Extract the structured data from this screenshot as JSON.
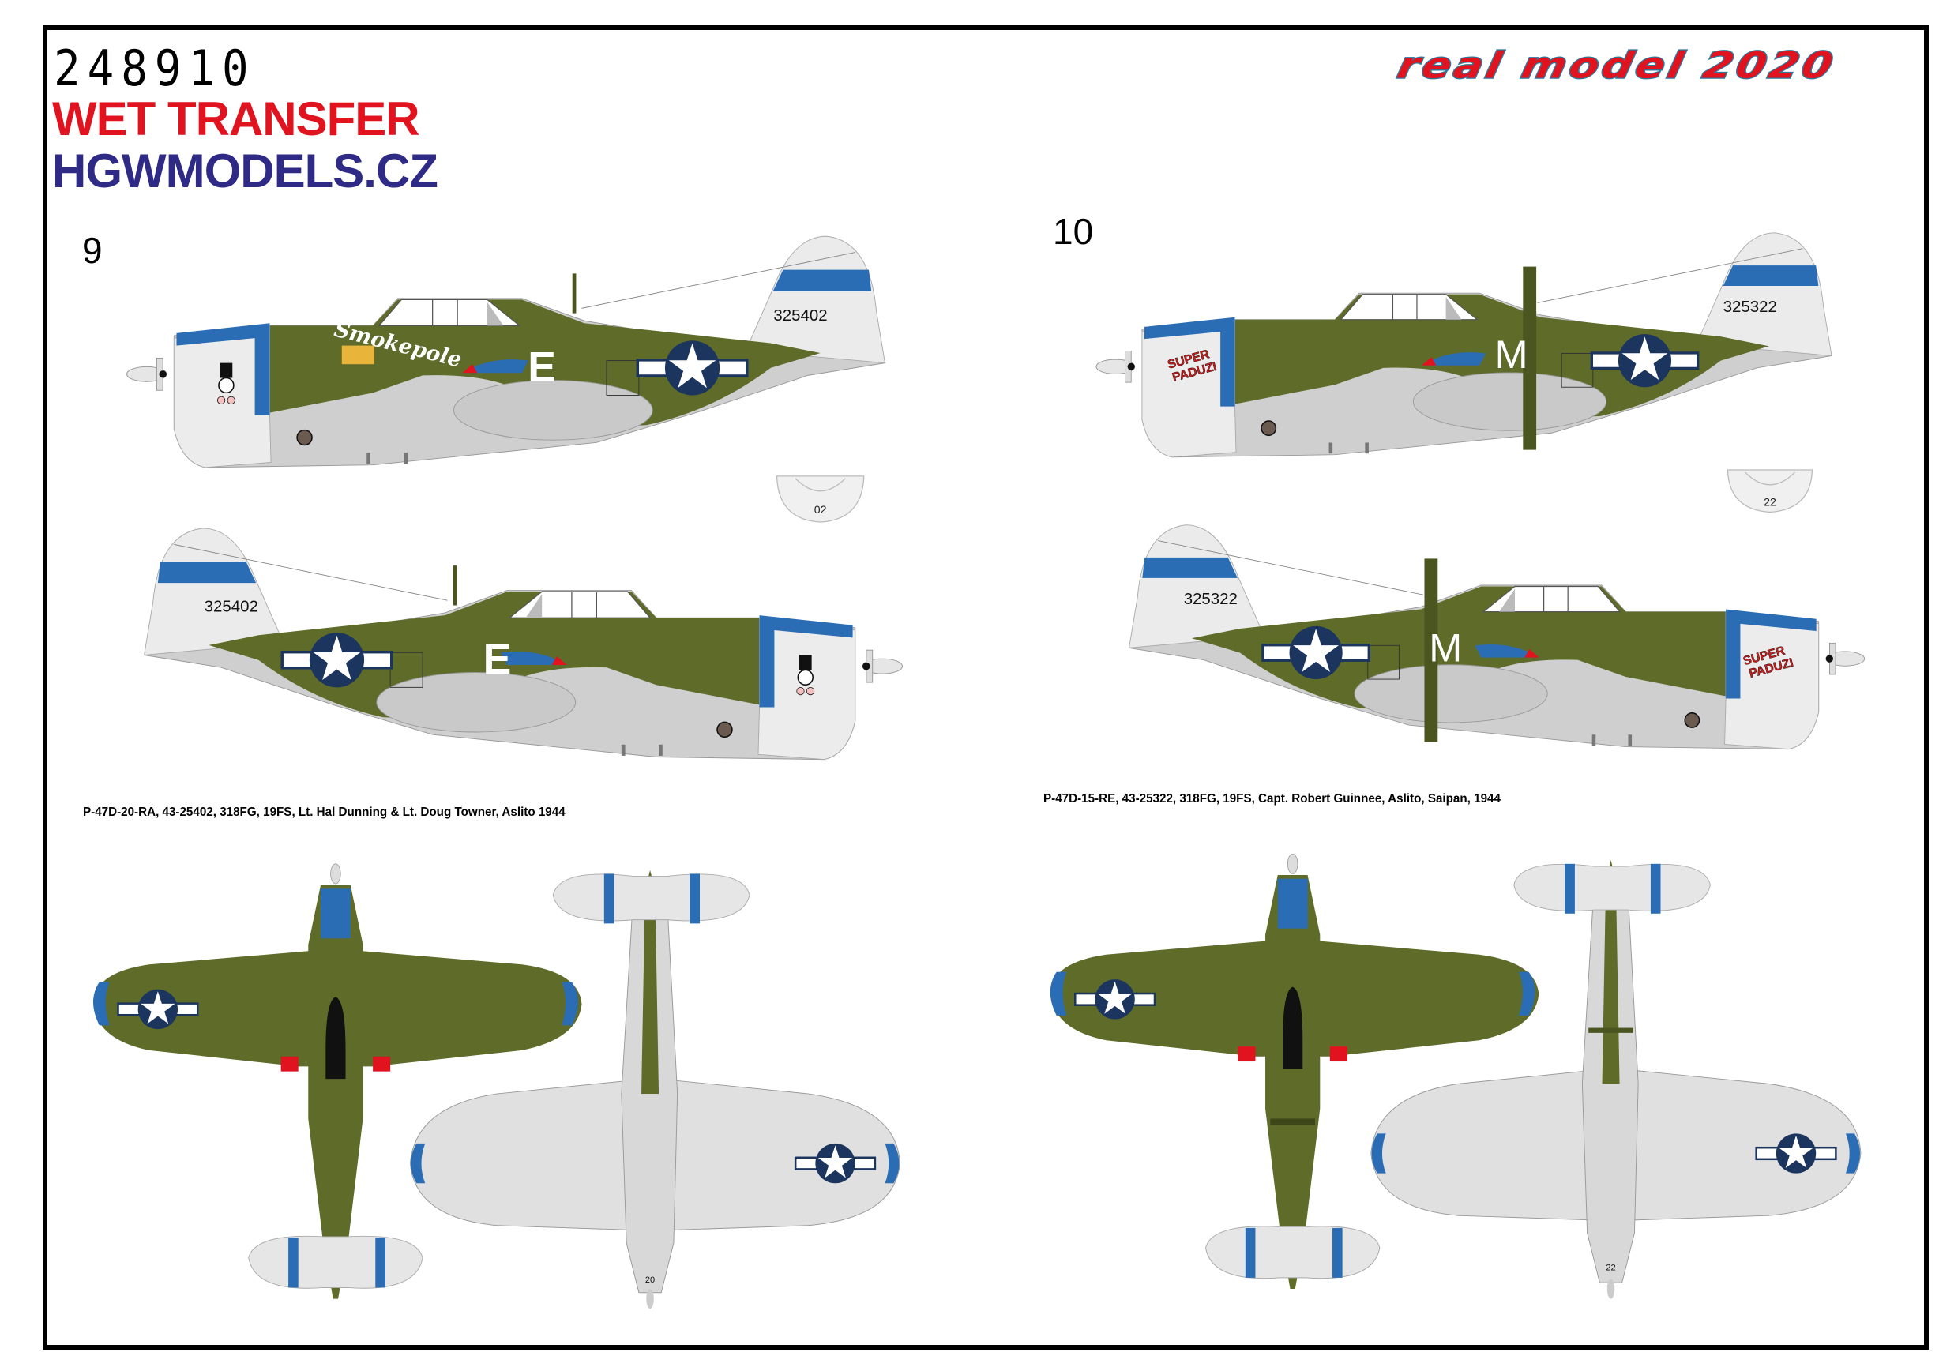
{
  "header": {
    "product_code": "248910",
    "subtitle": "WET TRANSFER",
    "website": "HGWMODELS.CZ",
    "logo_text": "real model 2020"
  },
  "profiles": [
    {
      "number": "9",
      "caption": "P-47D-20-RA,  43-25402, 318FG, 19FS, Lt. Hal Dunning & Lt. Doug Towner, Aslito 1944",
      "tail_serial": "325402",
      "fuselage_code": "E",
      "nose_art": "Smokepole",
      "wheel_cover_number": "02",
      "tail_underside_number": "20"
    },
    {
      "number": "10",
      "caption": "P-47D-15-RE, 43-25322, 318FG, 19FS, Capt. Robert Guinnee, Aslito, Saipan, 1944",
      "tail_serial": "325322",
      "fuselage_code": "M",
      "nose_art_line1": "SUPER",
      "nose_art_line2": "PADUZI",
      "wheel_cover_number": "22",
      "tail_underside_number": "22"
    }
  ],
  "colors": {
    "olive_drab": "#5e6b29",
    "neutral_grey": "#cfcfcf",
    "light_grey": "#ececec",
    "identification_blue": "#2a6db5",
    "insignia_blue": "#1c355e",
    "title_red": "#e1131f",
    "title_blue": "#2e2a86"
  }
}
